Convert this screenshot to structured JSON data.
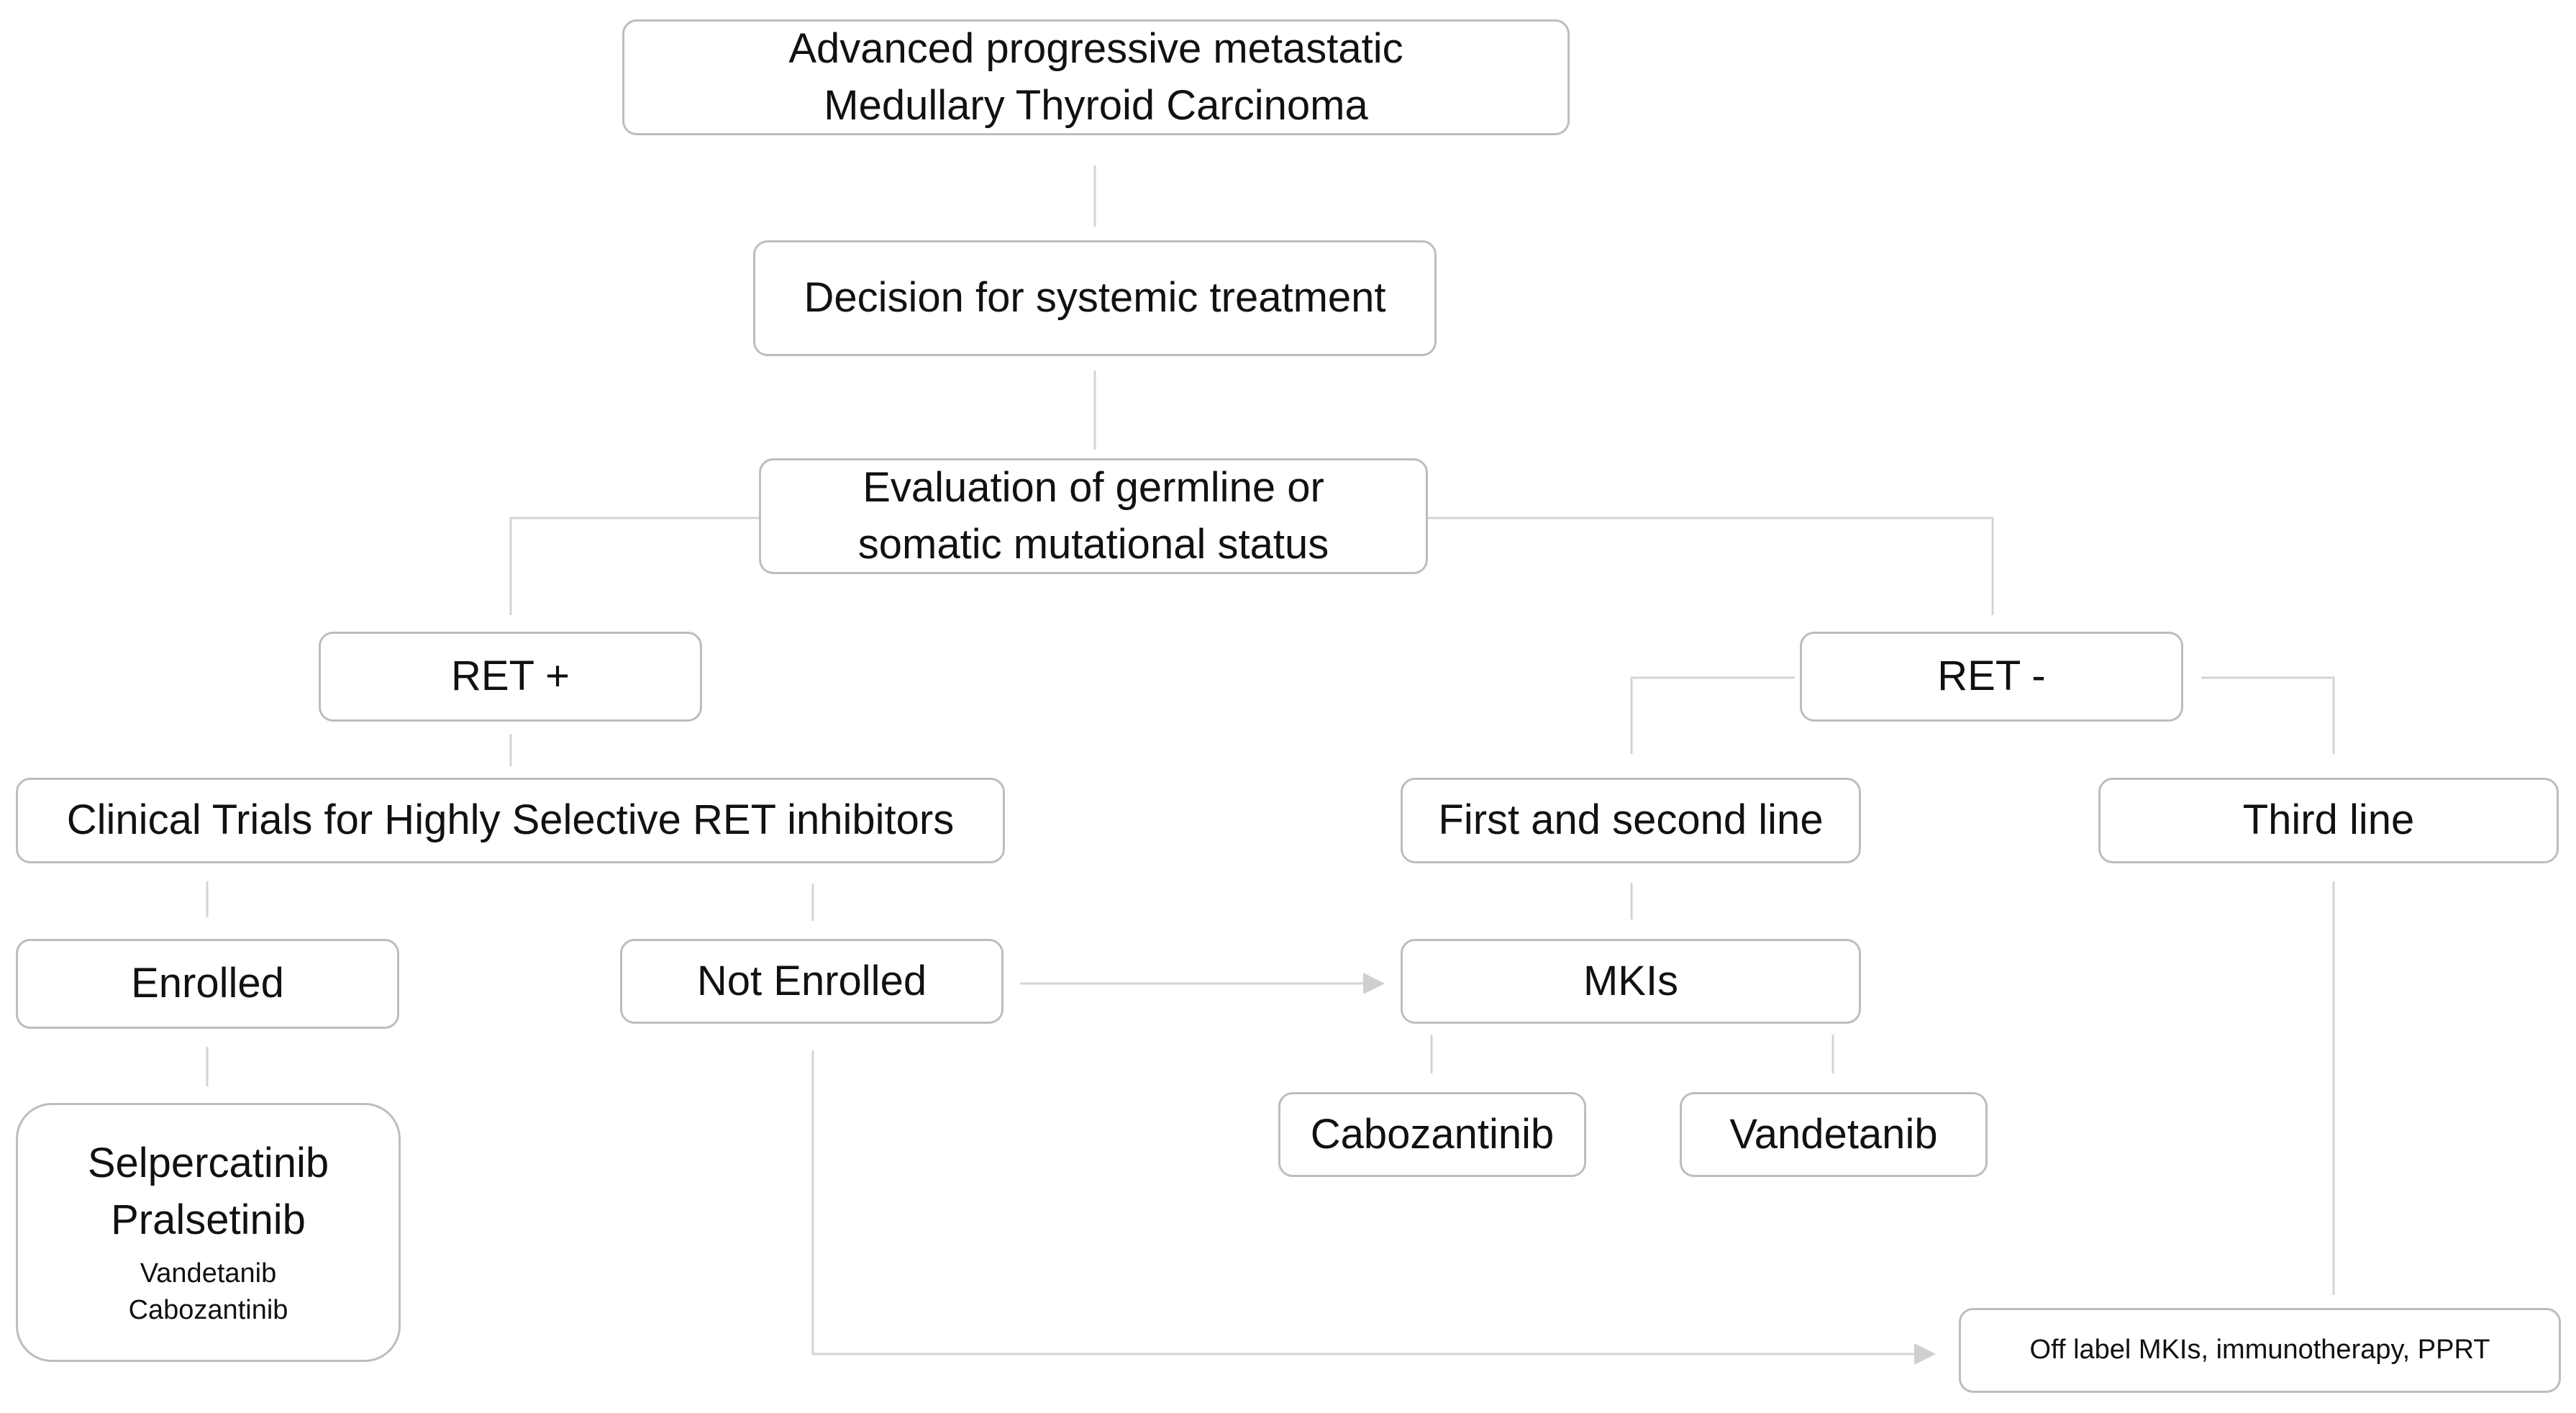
{
  "nodes": {
    "mtc": {
      "line1": "Advanced progressive metastatic",
      "line2": "Medullary Thyroid Carcinoma"
    },
    "decision": "Decision for systemic treatment",
    "evaluation": {
      "line1": "Evaluation of germline or",
      "line2": "somatic mutational status"
    },
    "ret_pos": "RET +",
    "ret_neg": "RET -",
    "clinical_trials": "Clinical Trials for Highly Selective RET inhibitors",
    "first_second": "First and second line",
    "third_line": "Third line",
    "enrolled": "Enrolled",
    "not_enrolled": "Not Enrolled",
    "mkis": "MKIs",
    "enrolled_drugs": {
      "primary1": "Selpercatinib",
      "primary2": "Pralsetinib",
      "secondary1": "Vandetanib",
      "secondary2": "Cabozantinib"
    },
    "cabozantinib": "Cabozantinib",
    "vandetanib": "Vandetanib",
    "off_label": "Off label MKIs, immunotherapy, PPRT"
  },
  "colors": {
    "border": "#bdbdbd",
    "connector": "#cfcfcf",
    "text": "#111111"
  }
}
